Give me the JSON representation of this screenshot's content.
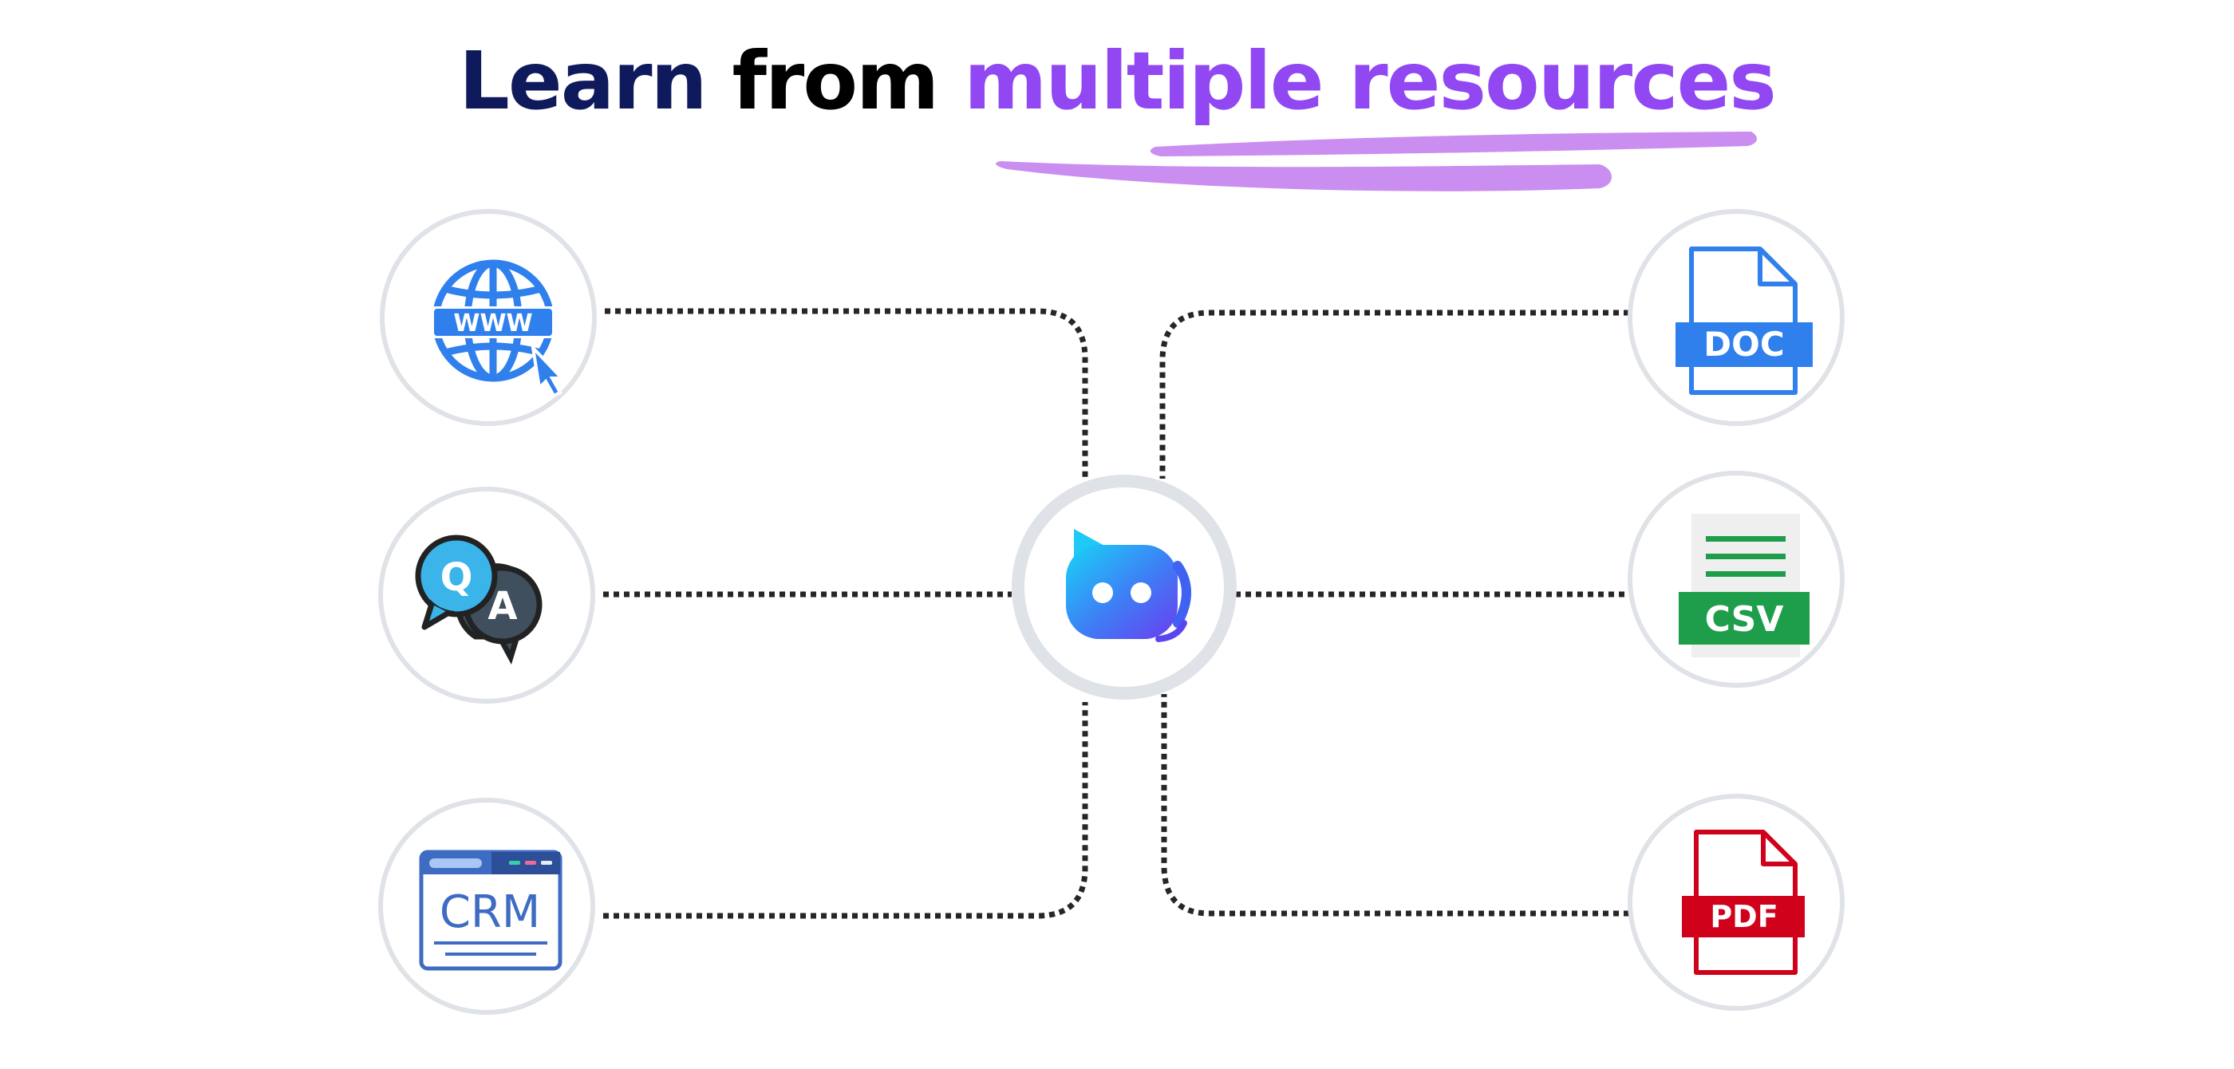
{
  "title": {
    "part1": "Learn",
    "part2": "from",
    "part3": "multiple resources",
    "colors": {
      "part1": "#0f1a5c",
      "part2": "#000000",
      "part3": "#9147f2",
      "underline": "#c98ef0"
    }
  },
  "hub": {
    "icon": "chatbot-icon"
  },
  "sources_left": [
    {
      "id": "website",
      "icon": "www-globe-icon",
      "label": "WWW"
    },
    {
      "id": "qa",
      "icon": "qa-bubbles-icon",
      "label_q": "Q",
      "label_a": "A"
    },
    {
      "id": "crm",
      "icon": "crm-window-icon",
      "label": "CRM"
    }
  ],
  "sources_right": [
    {
      "id": "doc",
      "icon": "doc-file-icon",
      "label": "DOC",
      "color": "#2f80ed"
    },
    {
      "id": "csv",
      "icon": "csv-file-icon",
      "label": "CSV",
      "color": "#1e9e4a"
    },
    {
      "id": "pdf",
      "icon": "pdf-file-icon",
      "label": "PDF",
      "color": "#d0021b"
    }
  ]
}
